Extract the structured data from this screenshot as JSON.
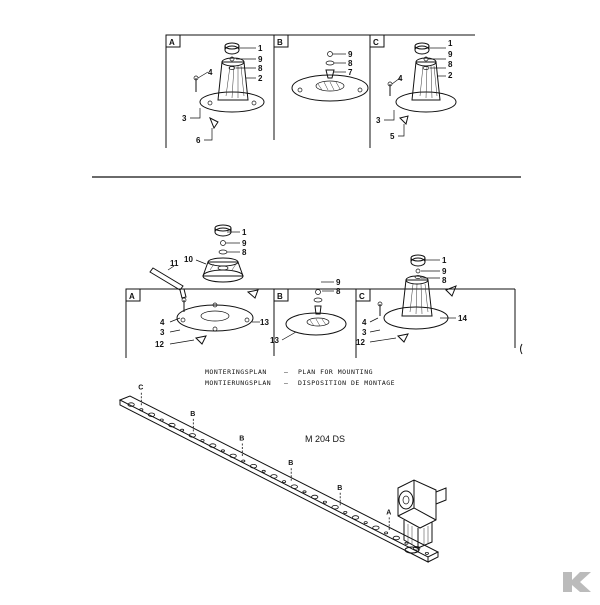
{
  "top_panels": [
    {
      "letter": "A",
      "callouts": [
        "1",
        "9",
        "8",
        "2",
        "4",
        "3",
        "6"
      ]
    },
    {
      "letter": "B",
      "callouts": [
        "9",
        "8",
        "7"
      ]
    },
    {
      "letter": "C",
      "callouts": [
        "1",
        "9",
        "8",
        "2",
        "4",
        "3",
        "5"
      ]
    }
  ],
  "bottom_panels": {
    "common": [
      "1",
      "9",
      "8",
      "10",
      "11"
    ],
    "A": {
      "letter": "A",
      "callouts": [
        "4",
        "3",
        "13",
        "12"
      ]
    },
    "B": {
      "letter": "B",
      "callouts": [
        "9",
        "8",
        "13"
      ]
    },
    "C": {
      "letter": "C",
      "callouts": [
        "1",
        "9",
        "8",
        "4",
        "3",
        "14",
        "12"
      ]
    }
  },
  "mounting_plan": {
    "line1_left": "MONTERINGSPLAN",
    "line1_sep": "–",
    "line1_right": "PLAN FOR MOUNTING",
    "line2_left": "MONTIERUNGSPLAN",
    "line2_sep": "–",
    "line2_right": "DISPOSITION DE MONTAGE"
  },
  "model": "M 204 DS",
  "bar_markers": [
    "C",
    "B",
    "B",
    "B",
    "B",
    "A"
  ],
  "logo": "K",
  "colors": {
    "ink": "#111111",
    "logo": "#bbbbbb"
  }
}
